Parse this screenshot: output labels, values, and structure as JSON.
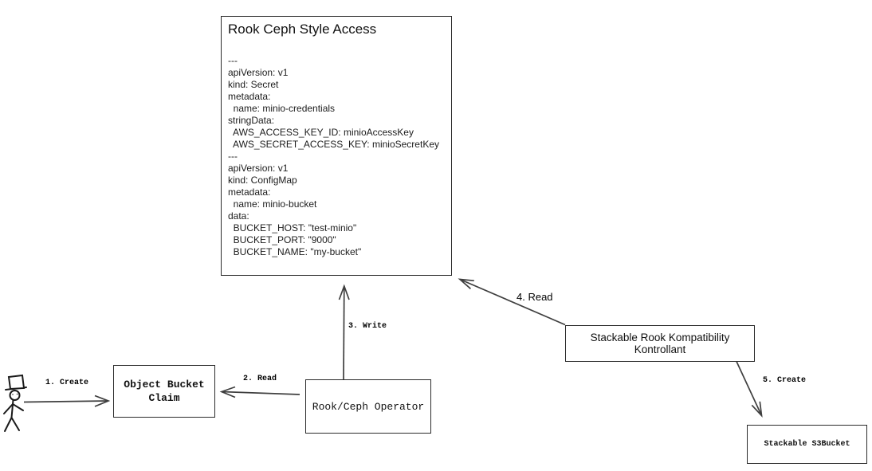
{
  "code_box": {
    "title": "Rook Ceph Style Access",
    "yaml": "---\napiVersion: v1\nkind: Secret\nmetadata:\n  name: minio-credentials\nstringData:\n  AWS_ACCESS_KEY_ID: minioAccessKey\n  AWS_SECRET_ACCESS_KEY: minioSecretKey\n---\napiVersion: v1\nkind: ConfigMap\nmetadata:\n  name: minio-bucket\ndata:\n  BUCKET_HOST: \"test-minio\"\n  BUCKET_PORT: \"9000\"\n  BUCKET_NAME: \"my-bucket\""
  },
  "nodes": {
    "object_bucket_claim": {
      "label": "Object Bucket\nClaim"
    },
    "rook_ceph_operator": {
      "label": "Rook/Ceph Operator"
    },
    "stackable_kontrollant": {
      "label": "Stackable Rook Kompatibility Kontrollant"
    },
    "stackable_s3bucket": {
      "label": "Stackable S3Bucket"
    }
  },
  "edges": {
    "create_obc": {
      "label": "1. Create"
    },
    "read_obc": {
      "label": "2. Read"
    },
    "write_code": {
      "label": "3. Write"
    },
    "read_code": {
      "label": "4. Read"
    },
    "create_s3bucket": {
      "label": "5. Create"
    }
  },
  "actor": {
    "name": "user"
  },
  "colors": {
    "background": "#ffffff",
    "box_border": "#2b2b2b",
    "arrow_line": "#3f3f3f",
    "text": "#111111"
  }
}
